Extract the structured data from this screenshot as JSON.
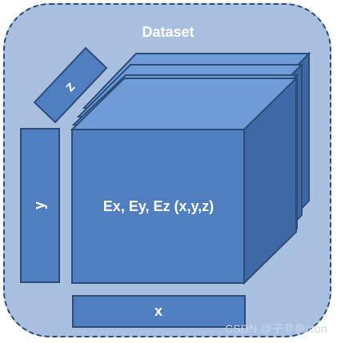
{
  "diagram": {
    "title": "Dataset",
    "center_label": "Ex, Ey, Ez (x,y,z)",
    "axis_labels": {
      "x": "x",
      "y": "y",
      "z": "z"
    },
    "colors": {
      "panel_fill": "#a9bfe0",
      "panel_border": "#2f4b73",
      "cube_front": "#4f7fc0",
      "cube_top": "#6f9bd6",
      "cube_side": "#3f69a5",
      "outline": "#2c4d78",
      "label_bar": "#4f7fc0"
    }
  },
  "watermark": "CSDN @子非鱼icon"
}
